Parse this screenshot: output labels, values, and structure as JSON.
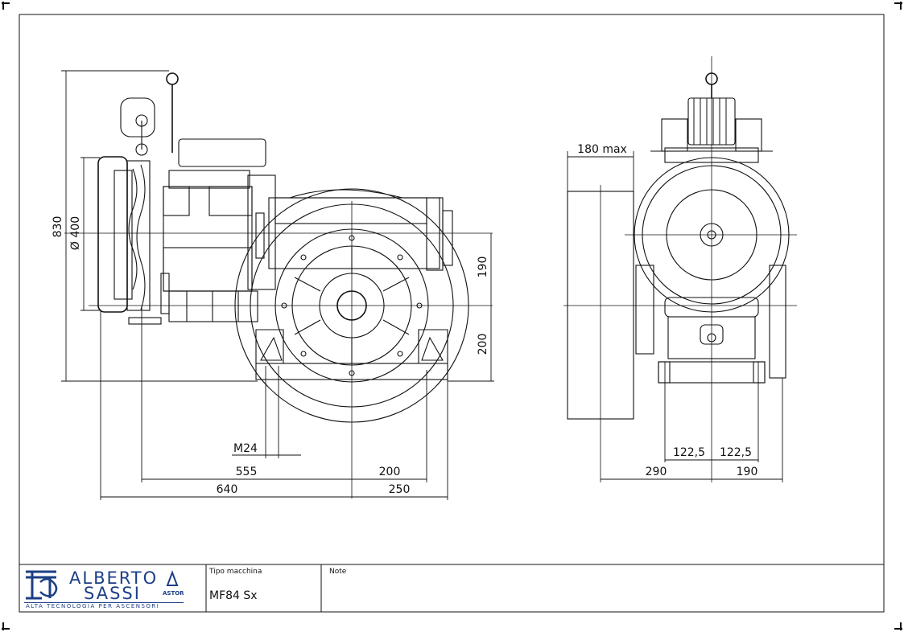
{
  "title_block": {
    "logo": {
      "line1": "ALBERTO",
      "line2": "SASSI",
      "tagline": "ALTA TECNOLOGIA PER ASCENSORI",
      "badge": "ASTOR"
    },
    "machine_type_label": "Tipo macchina",
    "machine_type_value": "MF84 Sx",
    "notes_label": "Note"
  },
  "side_view": {
    "dim_830": "830",
    "dim_dia400": "Ø 400",
    "dim_190": "190",
    "dim_200_vert": "200",
    "dim_m24": "M24",
    "dim_555": "555",
    "dim_200": "200",
    "dim_640": "640",
    "dim_250": "250"
  },
  "front_view": {
    "dim_180max": "180 max",
    "dim_122_5_left": "122,5",
    "dim_122_5_right": "122,5",
    "dim_290": "290",
    "dim_190": "190"
  }
}
